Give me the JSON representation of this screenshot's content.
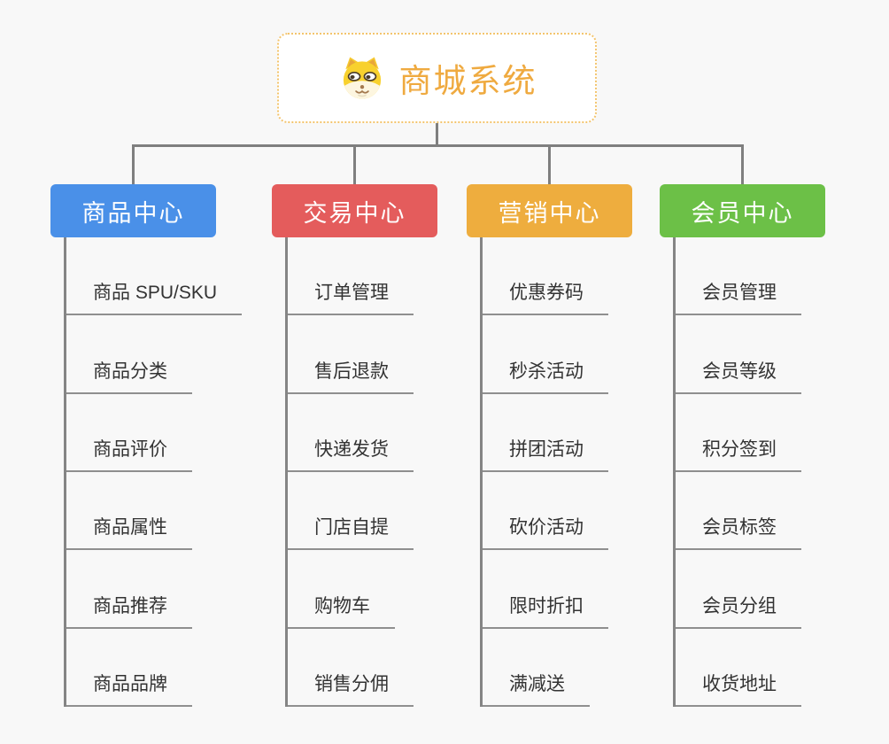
{
  "root": {
    "title": "商城系统",
    "icon": "doge-face-icon",
    "text_color": "#efaa40",
    "border_color": "#f3c46d"
  },
  "connector_color": "#7f7f7f",
  "branches": [
    {
      "label": "商品中心",
      "color": "#4a90e8",
      "children": [
        "商品 SPU/SKU",
        "商品分类",
        "商品评价",
        "商品属性",
        "商品推荐",
        "商品品牌"
      ]
    },
    {
      "label": "交易中心",
      "color": "#e45c5c",
      "children": [
        "订单管理",
        "售后退款",
        "快递发货",
        "门店自提",
        "购物车",
        "销售分佣"
      ]
    },
    {
      "label": "营销中心",
      "color": "#eead3e",
      "children": [
        "优惠券码",
        "秒杀活动",
        "拼团活动",
        "砍价活动",
        "限时折扣",
        "满减送"
      ]
    },
    {
      "label": "会员中心",
      "color": "#6cc047",
      "children": [
        "会员管理",
        "会员等级",
        "积分签到",
        "会员标签",
        "会员分组",
        "收货地址"
      ]
    }
  ]
}
